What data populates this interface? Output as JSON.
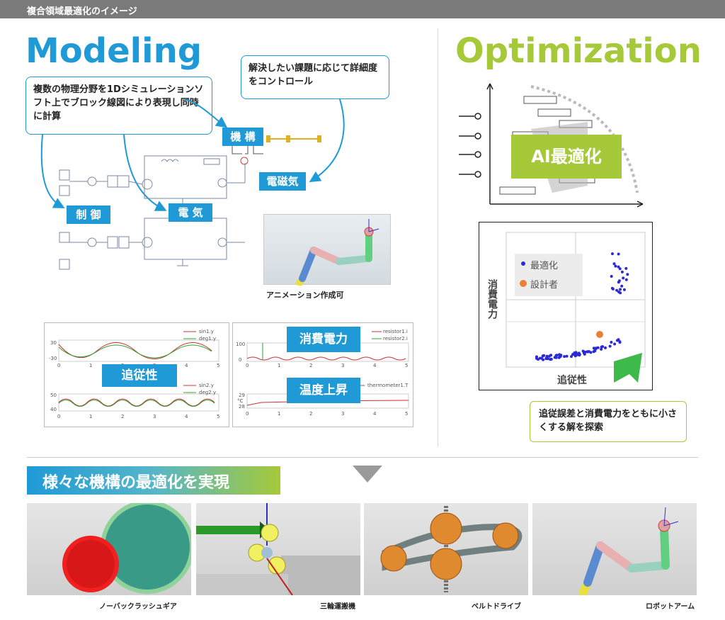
{
  "header": {
    "title": "複合領域最適化のイメージ"
  },
  "modeling": {
    "title": "Modeling",
    "callout_left": "複数の物理分野を1Dシミュレーションソフト上でブロック線図により表現し同時に計算",
    "callout_right": "解決したい課題に応じて詳細度をコントロール",
    "labels": {
      "mechanism": "機 構",
      "control": "制 御",
      "electric": "電 気",
      "electromagnetic": "電磁気"
    },
    "animation_caption": "アニメーション作成可",
    "graph_left": {
      "label": "追従性",
      "top_legend": [
        "sin1.y",
        "deg1.y"
      ],
      "bottom_legend": [
        "sin2.y",
        "deg2.y"
      ],
      "top_ticks_y": [
        "30",
        "-30"
      ],
      "bottom_ticks_y": [
        "50",
        "40"
      ],
      "ticks_x": [
        "0",
        "1",
        "2",
        "3",
        "4",
        "5"
      ]
    },
    "graph_right": {
      "label_power": "消費電力",
      "label_temp": "温度上昇",
      "top_legend": [
        "resistor1.i",
        "resistor2.i"
      ],
      "bottom_legend": [
        "thermometer1.T"
      ],
      "top_ticks_y": [
        "100",
        "0"
      ],
      "bottom_ticks_y": [
        "29",
        "°C",
        "28"
      ],
      "ticks_x": [
        "0",
        "1",
        "2",
        "3",
        "4",
        "5"
      ]
    }
  },
  "optimization": {
    "title": "Optimization",
    "ai_label": "AI最適化",
    "scatter": {
      "legend_optimized": "最適化",
      "legend_designer": "設計者",
      "xlabel": "追従性",
      "ylabel": "消費電力"
    },
    "callout": "追従誤差と消費電力をともに小さくする解を探索",
    "colors": {
      "optimized": "#2a2ad6",
      "designer": "#e8803a",
      "accent_green": "#a6c93a",
      "accent_blue": "#1f9ad6"
    }
  },
  "bottom": {
    "banner": "様々な機構の最適化を実現",
    "examples": [
      "ノーバックラッシュギア",
      "三輪運搬機",
      "ベルトドライブ",
      "ロボットアーム"
    ]
  }
}
